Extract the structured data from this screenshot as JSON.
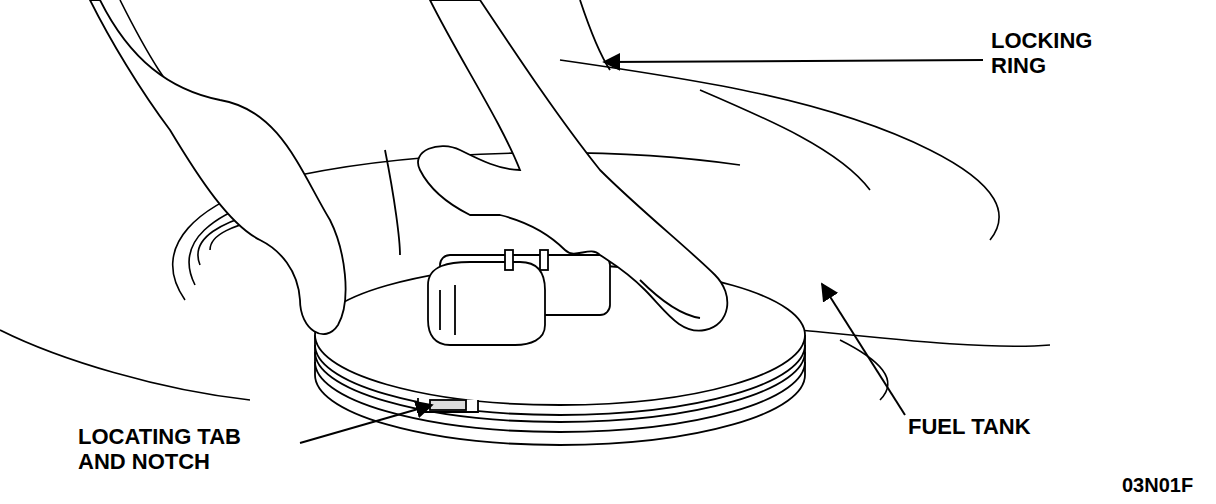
{
  "diagram": {
    "labels": [
      "LOCKING RING",
      "FUEL TANK",
      "LOCATING TAB AND NOTCH",
      "03N01F"
    ]
  }
}
